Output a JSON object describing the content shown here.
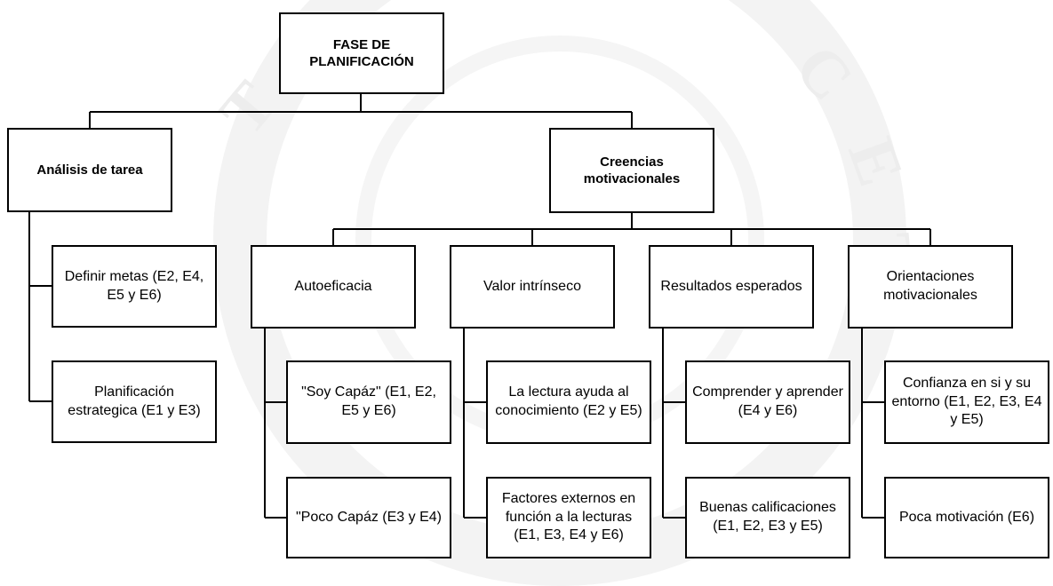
{
  "root": {
    "label": "FASE DE PLANIFICACIÓN"
  },
  "left_branch": {
    "title": "Análisis de tarea",
    "items": [
      "Definir metas (E2, E4, E5 y E6)",
      "Planificación estrategica (E1 y E3)"
    ]
  },
  "right_branch": {
    "title": "Creencias motivacionales",
    "categories": [
      {
        "label": "Autoeficacia",
        "items": [
          "\"Soy Capáz\" (E1, E2, E5 y E6)",
          "\"Poco Capáz (E3 y E4)"
        ]
      },
      {
        "label": "Valor intrínseco",
        "items": [
          "La lectura ayuda al conocimiento (E2 y E5)",
          "Factores externos en función a la lecturas (E1, E3, E4 y E6)"
        ]
      },
      {
        "label": "Resultados esperados",
        "items": [
          "Comprender y aprender (E4 y E6)",
          "Buenas calificaciones (E1, E2, E3 y E5)"
        ]
      },
      {
        "label": "Orientaciones motivacionales",
        "items": [
          "Confianza en si y su entorno (E1, E2, E3, E4 y E5)",
          "Poca motivación (E6)"
        ]
      }
    ]
  },
  "colors": {
    "line": "#000000",
    "box_border": "#000000",
    "watermark": "#f0f0f0"
  }
}
